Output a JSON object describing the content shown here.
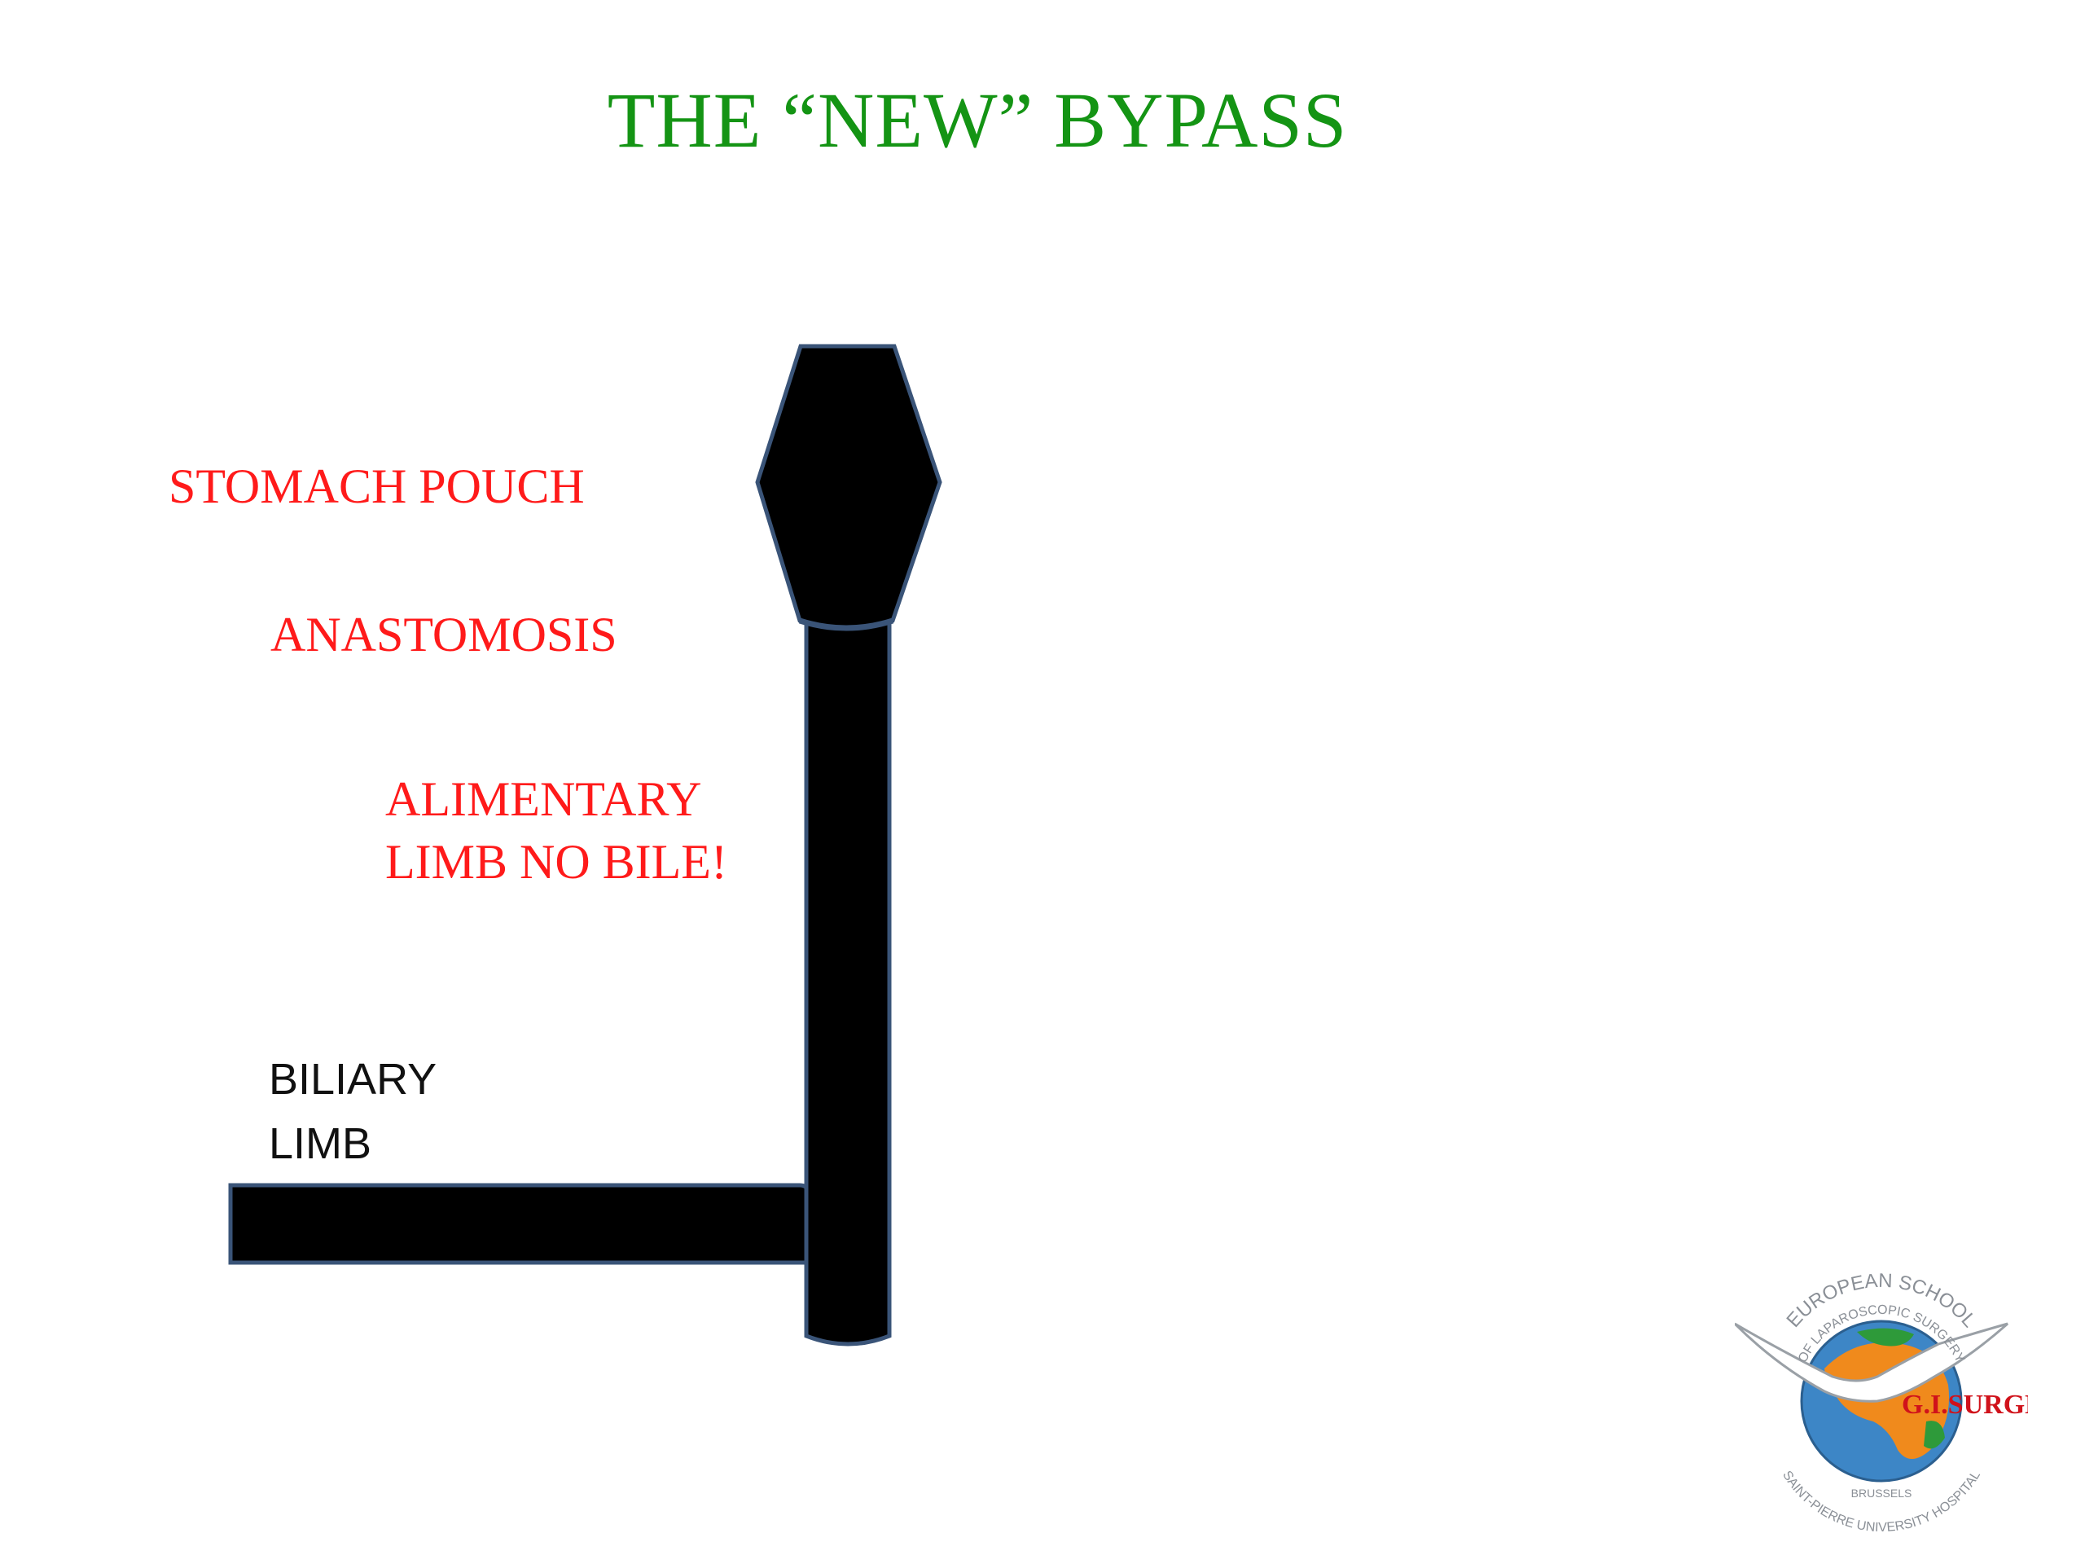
{
  "slide": {
    "title": "THE “NEW” BYPASS"
  },
  "labels": {
    "stomach_pouch": "STOMACH POUCH",
    "anastomosis": "ANASTOMOSIS",
    "alimentary_line1": "ALIMENTARY",
    "alimentary_line2": "LIMB NO BILE!",
    "biliary_line1": "BILIARY",
    "biliary_line2": "LIMB"
  },
  "logo": {
    "arc_top_1": "EUROPEAN SCHOOL",
    "arc_top_2": "OF LAPAROSCOPIC SURGERY",
    "brand": "G.I.SURGERY",
    "city": "BRUSSELS",
    "arc_bottom": "SAINT-PIERRE UNIVERSITY HOSPITAL"
  },
  "colors": {
    "title": "#149414",
    "label_red": "#ff1a1a",
    "label_black": "#111111",
    "shape_fill": "#000000",
    "shape_stroke": "#3a5478"
  }
}
